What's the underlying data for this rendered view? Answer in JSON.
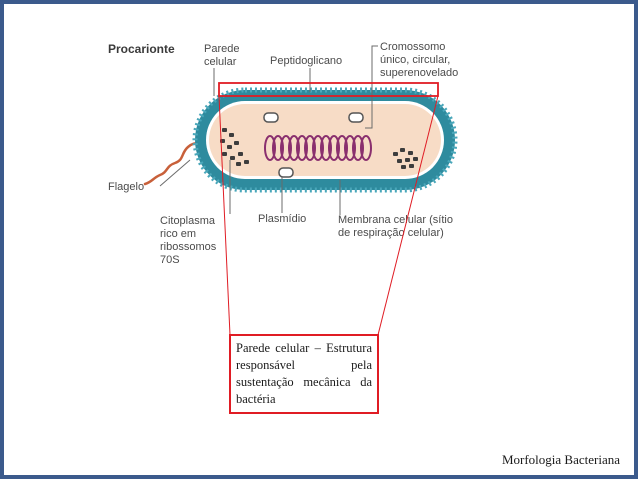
{
  "diagram": {
    "title": "Procarionte",
    "labels": {
      "parede_line1": "Parede",
      "parede_line2": "celular",
      "peptidoglicano": "Peptidoglicano",
      "cromossomo_line1": "Cromossomo",
      "cromossomo_line2": "único, circular,",
      "cromossomo_line3": "superenovelado",
      "flagelo": "Flagelo",
      "citoplasma_line1": "Citoplasma",
      "citoplasma_line2": "rico em",
      "citoplasma_line3": "ribossomos",
      "citoplasma_line4": "70S",
      "plasmidio": "Plasmídio",
      "membrana_line1": "Membrana celular (sítio",
      "membrana_line2": "de respiração celular)"
    }
  },
  "callout": {
    "text": "Parede celular – Estrutura responsável pela sustentação mecânica da bactéria"
  },
  "footer": {
    "text": "Morfologia Bacteriana"
  },
  "colors": {
    "frame": "#3b5a8c",
    "highlight": "#e01c24",
    "cell_wall": "#2e8b9e",
    "cytoplasm": "#f7dcc6",
    "chromosome": "#8a2f6e",
    "flagellum": "#c8603a"
  }
}
